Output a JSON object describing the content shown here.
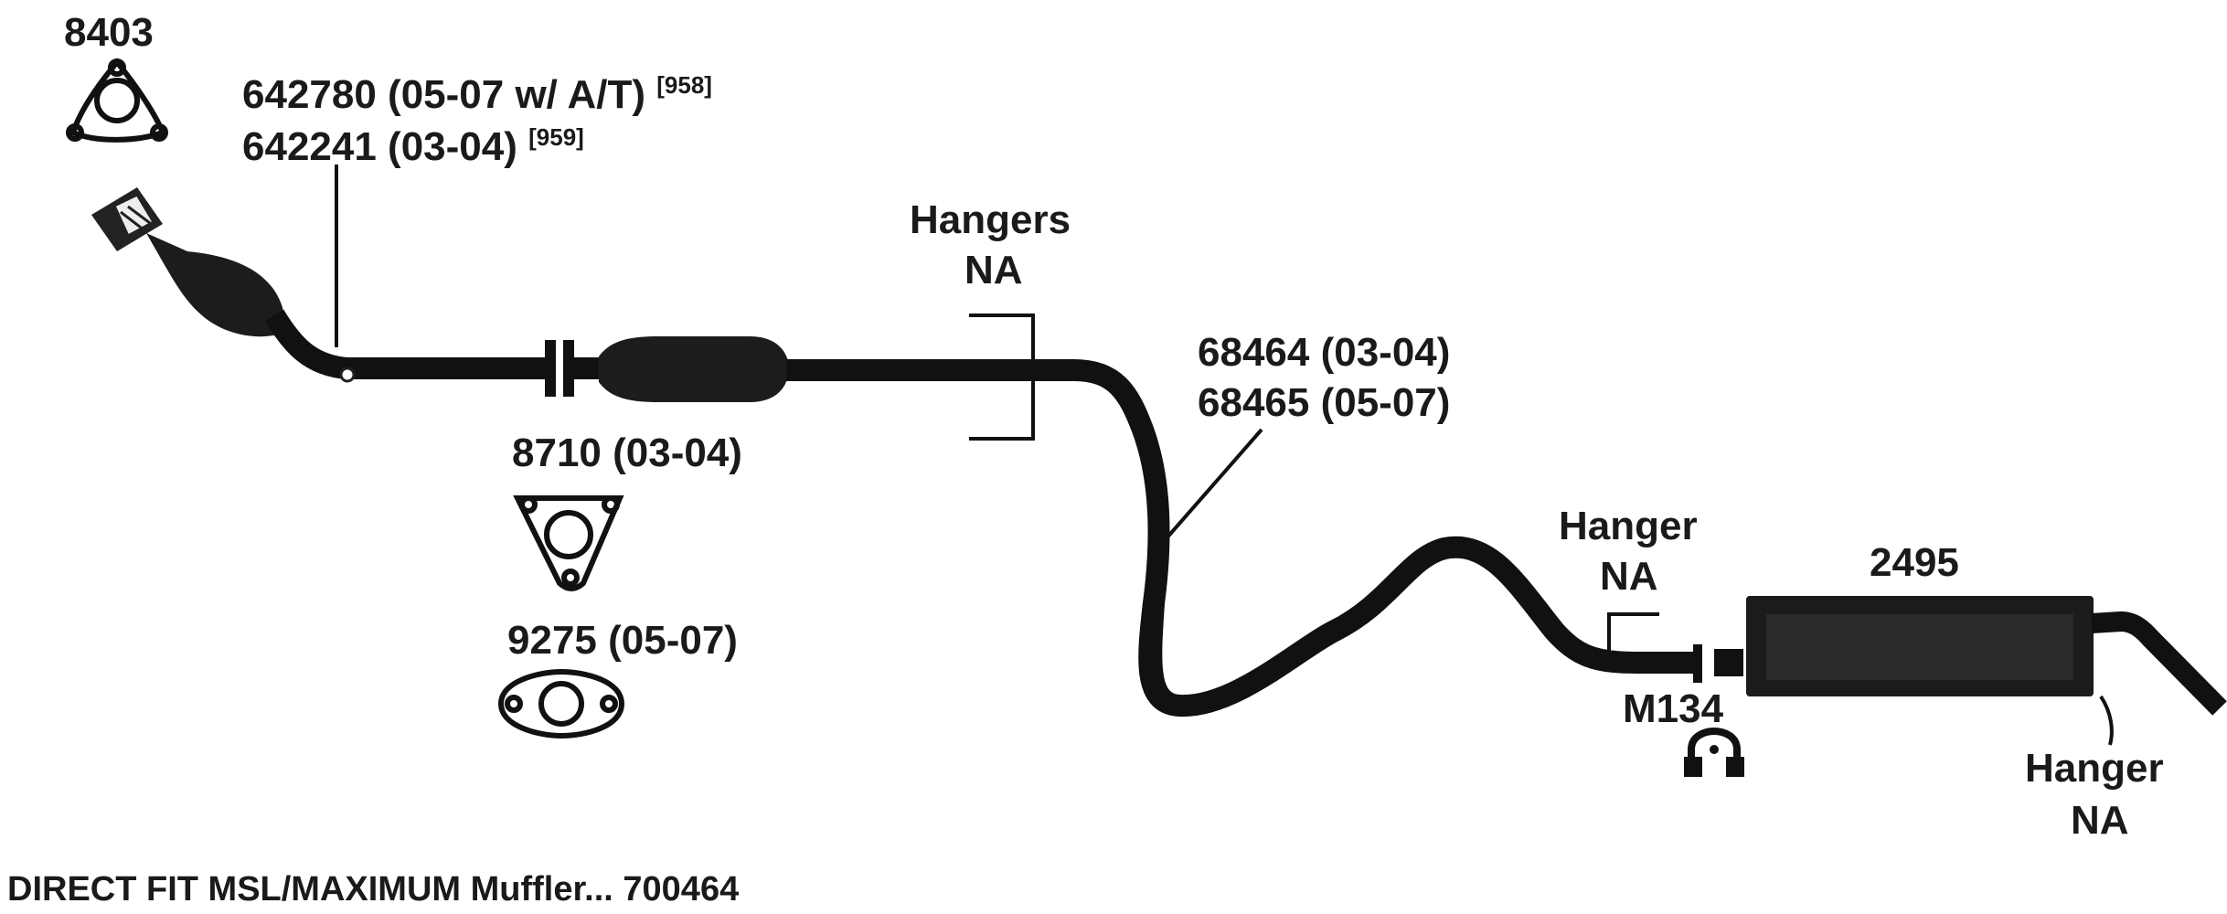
{
  "gasket_8403": {
    "label": "8403"
  },
  "catalytic_pipe": {
    "line1": "642780 (05-07 w/ A/T)",
    "line1_sup": "[958]",
    "line2": "642241 (03-04)",
    "line2_sup": "[959]"
  },
  "gasket_8710": {
    "label": "8710 (03-04)"
  },
  "gasket_9275": {
    "label": "9275 (05-07)"
  },
  "hangers_front": {
    "line1": "Hangers",
    "line2": "NA"
  },
  "intermediate_pipe": {
    "line1": "68464 (03-04)",
    "line2": "68465 (05-07)"
  },
  "hanger_mid": {
    "line1": "Hanger",
    "line2": "NA"
  },
  "muffler": {
    "label": "2495"
  },
  "clamp": {
    "label": "M134"
  },
  "hanger_rear": {
    "line1": "Hanger",
    "line2": "NA"
  },
  "caption": {
    "text": "DIRECT FIT MSL/MAXIMUM Muffler... 700464"
  }
}
